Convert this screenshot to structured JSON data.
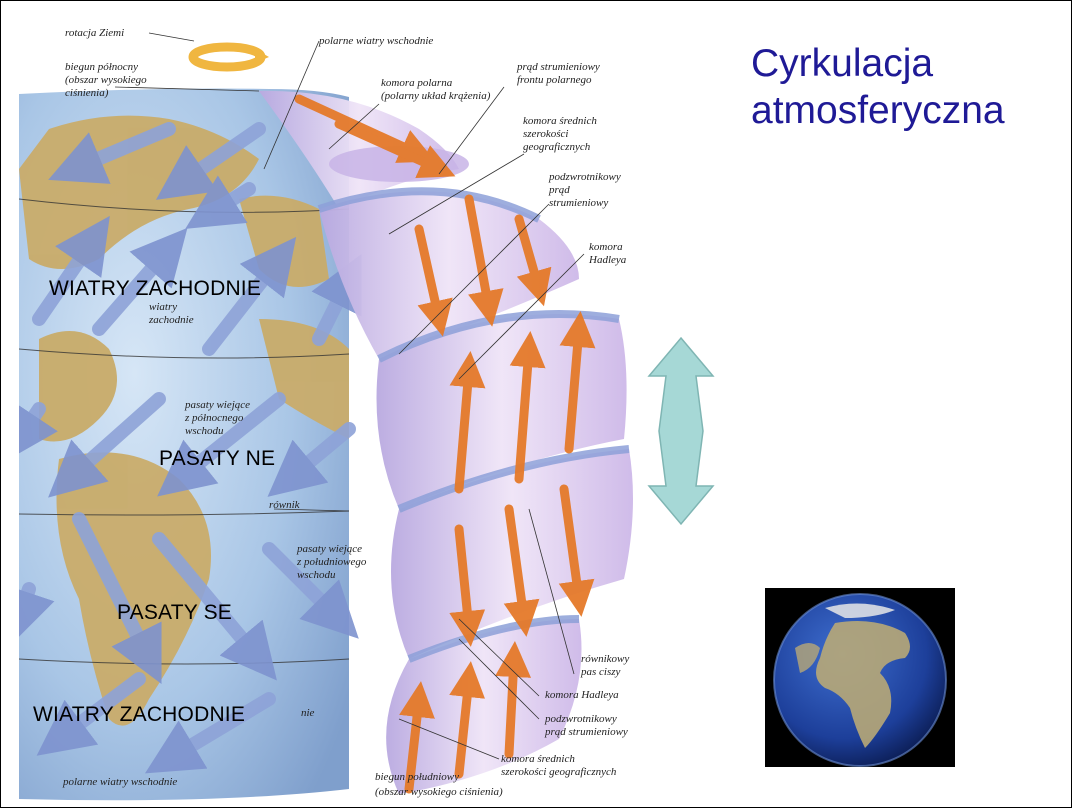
{
  "slide": {
    "title_line1": "Cyrkulacja",
    "title_line2": "atmosferyczna"
  },
  "zones": {
    "westerlies_north": "WIATRY ZACHODNIE",
    "trades_ne": "PASATY NE",
    "trades_se": "PASATY SE",
    "westerlies_south": "WIATRY ZACHODNIE"
  },
  "labels": {
    "earth_rotation": "rotacja Ziemi",
    "north_pole_1": "biegun północny",
    "north_pole_2": "(obszar wysokiego",
    "north_pole_3": "ciśnienia)",
    "polar_easterlies_top": "polarne wiatry wschodnie",
    "polar_cell_1": "komora polarna",
    "polar_cell_2": "(polarny układ krążenia)",
    "polar_jet_1": "prąd strumieniowy",
    "polar_jet_2": "frontu polarnego",
    "ferrel_cell_1": "komora średnich",
    "ferrel_cell_2": "szerokości",
    "ferrel_cell_3": "geograficznych",
    "subtropical_jet_1": "podzwrotnikowy",
    "subtropical_jet_2": "prąd",
    "subtropical_jet_3": "strumieniowy",
    "hadley_cell_1": "komora",
    "hadley_cell_2": "Hadleya",
    "westerlies_small_1": "wiatry",
    "westerlies_small_2": "zachodnie",
    "ne_trades_1": "pasaty wiejące",
    "ne_trades_2": "z północnego",
    "ne_trades_3": "wschodu",
    "equator": "równik",
    "se_trades_1": "pasaty wiejące",
    "se_trades_2": "z południowego",
    "se_trades_3": "wschodu",
    "doldrums_1": "równikowy",
    "doldrums_2": "pas ciszy",
    "hadley_cell_south": "komora Hadleya",
    "subtropical_jet_south_1": "podzwrotnikowy",
    "subtropical_jet_south_2": "prąd strumieniowy",
    "ferrel_south_1": "komora średnich",
    "ferrel_south_2": "szerokości geograficznych",
    "westerlies_south_small": "nie",
    "south_pole_1": "biegun południowy",
    "south_pole_2": "(obszar wysokiego ciśnienia)",
    "polar_easterlies_bottom": "polarne wiatry wschodnie"
  },
  "colors": {
    "title": "#1f1a96",
    "ocean": "#a9c6e6",
    "land": "#c9ac6a",
    "wind_arrow": "#8ea3d8",
    "cell_arrow": "#e57a2a",
    "cell_band": "#d8c4ec",
    "double_arrow": "#a6d8d6"
  }
}
